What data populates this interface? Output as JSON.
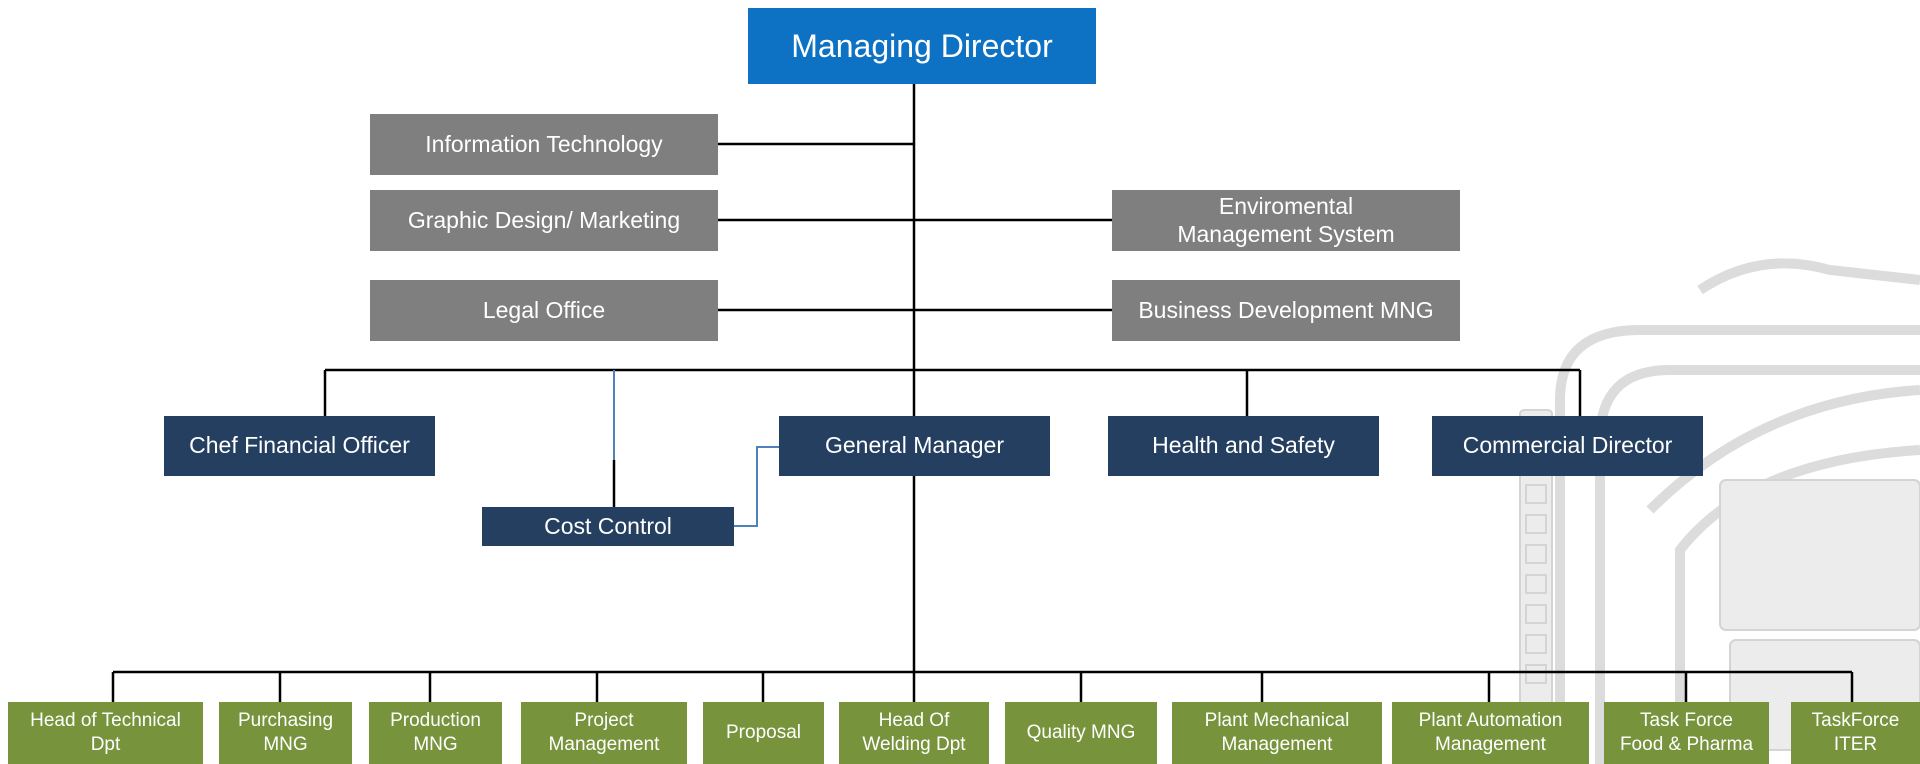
{
  "chart": {
    "top": {
      "label": "Managing Director"
    },
    "staff_left": [
      {
        "label": "Information Technology"
      },
      {
        "label": "Graphic Design/ Marketing"
      },
      {
        "label": "Legal Office"
      }
    ],
    "staff_right": [
      {
        "label": "Enviromental\nManagement System"
      },
      {
        "label": "Business Development MNG"
      }
    ],
    "level2": [
      {
        "label": "Chef Financial Officer"
      },
      {
        "label": "General Manager"
      },
      {
        "label": "Health and Safety"
      },
      {
        "label": "Commercial Director"
      }
    ],
    "cost_control": {
      "label": "Cost Control"
    },
    "departments": [
      {
        "label": "Head of Technical\nDpt"
      },
      {
        "label": "Purchasing\nMNG"
      },
      {
        "label": "Production\nMNG"
      },
      {
        "label": "Project\nManagement"
      },
      {
        "label": "Proposal"
      },
      {
        "label": "Head Of\nWelding Dpt"
      },
      {
        "label": "Quality MNG"
      },
      {
        "label": "Plant Mechanical\nManagement"
      },
      {
        "label": "Plant Automation\nManagement"
      },
      {
        "label": "Task Force\nFood  & Pharma"
      },
      {
        "label": "TaskForce\nITER"
      }
    ]
  },
  "colors": {
    "top_box": "#0D72C4",
    "staff_box": "#7F7F7F",
    "level2_box": "#243F60",
    "department_box": "#77933C",
    "connector": "#000000",
    "dotted_connector": "#4F81BD"
  }
}
